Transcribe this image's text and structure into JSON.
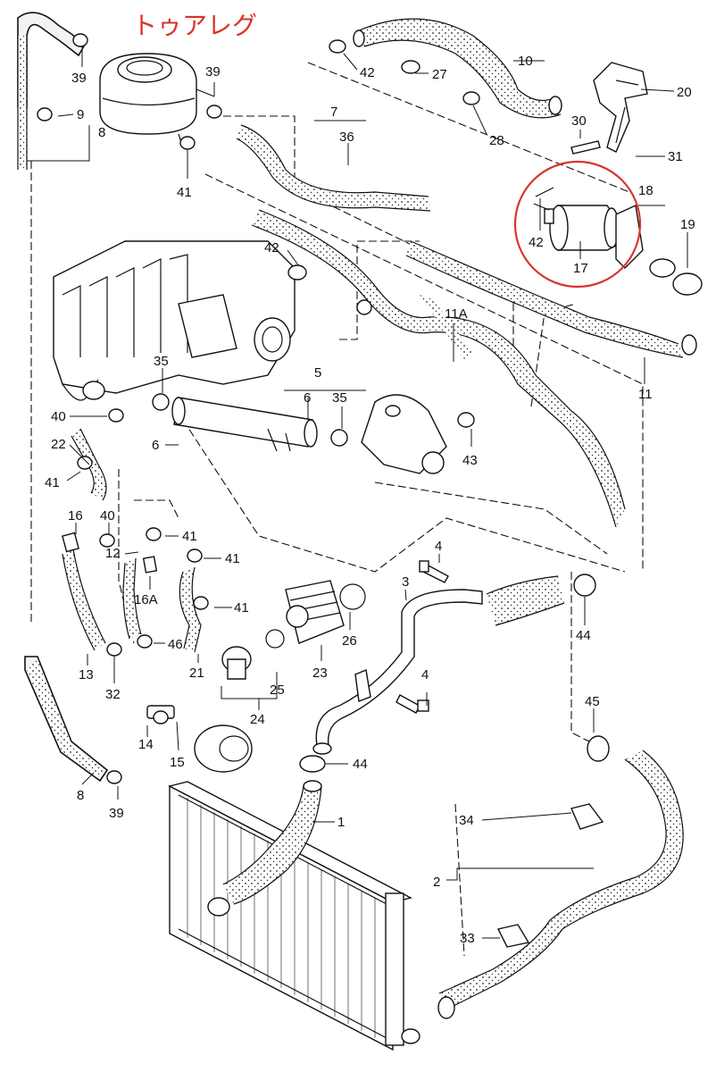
{
  "title": "トゥアレグ",
  "colors": {
    "highlight": "#d9342b",
    "ink": "#111111",
    "background": "#ffffff"
  },
  "callouts": [
    {
      "id": "c39a",
      "text": "39"
    },
    {
      "id": "c9",
      "text": "9"
    },
    {
      "id": "c8a",
      "text": "8"
    },
    {
      "id": "c39b",
      "text": "39"
    },
    {
      "id": "c41a",
      "text": "41"
    },
    {
      "id": "c42a",
      "text": "42"
    },
    {
      "id": "c27",
      "text": "27"
    },
    {
      "id": "c10",
      "text": "10"
    },
    {
      "id": "c28",
      "text": "28"
    },
    {
      "id": "c20",
      "text": "20"
    },
    {
      "id": "c30",
      "text": "30"
    },
    {
      "id": "c31",
      "text": "31"
    },
    {
      "id": "c7",
      "text": "7"
    },
    {
      "id": "c36",
      "text": "36"
    },
    {
      "id": "c18",
      "text": "18"
    },
    {
      "id": "c19",
      "text": "19"
    },
    {
      "id": "c42b",
      "text": "42"
    },
    {
      "id": "c17",
      "text": "17"
    },
    {
      "id": "c42c",
      "text": "42"
    },
    {
      "id": "c11a",
      "text": "11A"
    },
    {
      "id": "c11",
      "text": "11"
    },
    {
      "id": "c35a",
      "text": "35"
    },
    {
      "id": "c5",
      "text": "5"
    },
    {
      "id": "c6a",
      "text": "6"
    },
    {
      "id": "c35b",
      "text": "35"
    },
    {
      "id": "c40a",
      "text": "40"
    },
    {
      "id": "c22",
      "text": "22"
    },
    {
      "id": "c6b",
      "text": "6"
    },
    {
      "id": "c41b",
      "text": "41"
    },
    {
      "id": "c43",
      "text": "43"
    },
    {
      "id": "c16",
      "text": "16"
    },
    {
      "id": "c40b",
      "text": "40"
    },
    {
      "id": "c41c",
      "text": "41"
    },
    {
      "id": "c12",
      "text": "12"
    },
    {
      "id": "c41d",
      "text": "41"
    },
    {
      "id": "c16a",
      "text": "16A"
    },
    {
      "id": "c4a",
      "text": "4"
    },
    {
      "id": "c3",
      "text": "3"
    },
    {
      "id": "c41e",
      "text": "41"
    },
    {
      "id": "c26",
      "text": "26"
    },
    {
      "id": "c44a",
      "text": "44"
    },
    {
      "id": "c46",
      "text": "46"
    },
    {
      "id": "c13",
      "text": "13"
    },
    {
      "id": "c21",
      "text": "21"
    },
    {
      "id": "c32",
      "text": "32"
    },
    {
      "id": "c25",
      "text": "25"
    },
    {
      "id": "c23",
      "text": "23"
    },
    {
      "id": "c4b",
      "text": "4"
    },
    {
      "id": "c24",
      "text": "24"
    },
    {
      "id": "c14",
      "text": "14"
    },
    {
      "id": "c15",
      "text": "15"
    },
    {
      "id": "c45",
      "text": "45"
    },
    {
      "id": "c44b",
      "text": "44"
    },
    {
      "id": "c8b",
      "text": "8"
    },
    {
      "id": "c39c",
      "text": "39"
    },
    {
      "id": "c1",
      "text": "1"
    },
    {
      "id": "c34",
      "text": "34"
    },
    {
      "id": "c2",
      "text": "2"
    },
    {
      "id": "c33",
      "text": "33"
    }
  ]
}
